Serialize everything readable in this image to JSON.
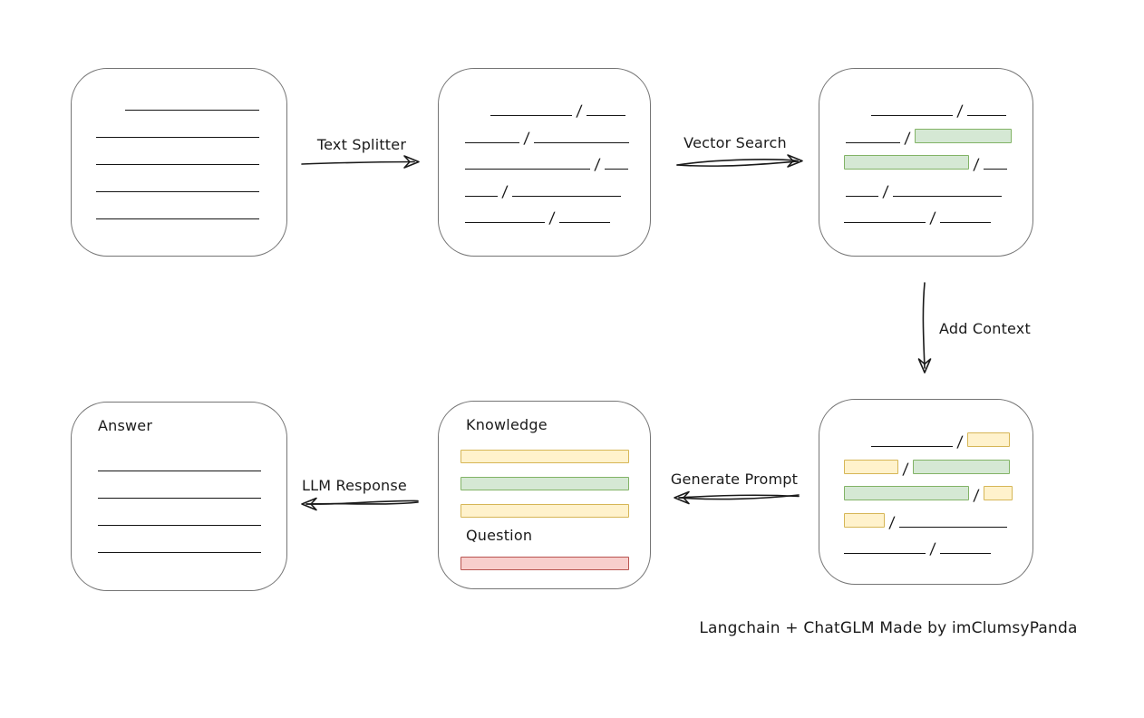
{
  "diagram": {
    "credit": "Langchain + ChatGLM Made by imClumsyPanda",
    "slash": "/",
    "labels": {
      "text_splitter": "Text Splitter",
      "vector_search": "Vector Search",
      "add_context": "Add Context",
      "generate_prompt": "Generate Prompt",
      "llm_response": "LLM Response",
      "knowledge": "Knowledge",
      "question": "Question",
      "answer": "Answer"
    },
    "colors": {
      "green_fill": "#d5e8d4",
      "green_border": "#82b366",
      "yellow_fill": "#fff2cc",
      "yellow_border": "#d6b656",
      "red_fill": "#f8cecc",
      "red_border": "#b85450",
      "ink": "#1a1a1a",
      "box_border": "#757575"
    },
    "boxes": {
      "document": {
        "lines": [
          {
            "indent": 59,
            "w": 148
          },
          {
            "indent": 27,
            "w": 180
          },
          {
            "indent": 27,
            "w": 180
          },
          {
            "indent": 27,
            "w": 180
          },
          {
            "indent": 27,
            "w": 180
          }
        ]
      },
      "chunks": {
        "rows": [
          {
            "indent": 57,
            "segments": [
              {
                "type": "line",
                "w": 90
              },
              {
                "type": "line",
                "w": 43
              }
            ]
          },
          {
            "indent": 29,
            "segments": [
              {
                "type": "line",
                "w": 60
              },
              {
                "type": "line",
                "w": 105
              }
            ]
          },
          {
            "indent": 29,
            "segments": [
              {
                "type": "line",
                "w": 138
              },
              {
                "type": "line",
                "w": 26
              }
            ]
          },
          {
            "indent": 29,
            "segments": [
              {
                "type": "line",
                "w": 36
              },
              {
                "type": "line",
                "w": 120
              }
            ]
          },
          {
            "indent": 29,
            "segments": [
              {
                "type": "line",
                "w": 88
              },
              {
                "type": "line",
                "w": 56
              }
            ]
          }
        ]
      },
      "matched_chunks": {
        "rows": [
          {
            "indent": 57,
            "segments": [
              {
                "type": "line",
                "w": 90
              },
              {
                "type": "line",
                "w": 43
              }
            ]
          },
          {
            "indent": 29,
            "segments": [
              {
                "type": "line",
                "w": 60
              },
              {
                "type": "green",
                "w": 107
              }
            ]
          },
          {
            "indent": 27,
            "segments": [
              {
                "type": "green",
                "w": 138
              },
              {
                "type": "line",
                "w": 26
              }
            ]
          },
          {
            "indent": 29,
            "segments": [
              {
                "type": "line",
                "w": 36
              },
              {
                "type": "line",
                "w": 120
              }
            ]
          },
          {
            "indent": 27,
            "segments": [
              {
                "type": "line",
                "w": 90
              },
              {
                "type": "line",
                "w": 56
              }
            ]
          }
        ]
      },
      "context_chunks": {
        "rows": [
          {
            "indent": 57,
            "segments": [
              {
                "type": "line",
                "w": 90
              },
              {
                "type": "yellow",
                "w": 47
              }
            ]
          },
          {
            "indent": 27,
            "segments": [
              {
                "type": "yellow",
                "w": 60
              },
              {
                "type": "green",
                "w": 107
              }
            ]
          },
          {
            "indent": 27,
            "segments": [
              {
                "type": "green",
                "w": 138
              },
              {
                "type": "yellow",
                "w": 32
              }
            ]
          },
          {
            "indent": 27,
            "segments": [
              {
                "type": "yellow",
                "w": 45
              },
              {
                "type": "line",
                "w": 119
              }
            ]
          },
          {
            "indent": 27,
            "segments": [
              {
                "type": "line",
                "w": 90
              },
              {
                "type": "line",
                "w": 56
              }
            ]
          }
        ]
      },
      "prompt": {
        "knowledge_bars": [
          "yellow",
          "green",
          "yellow"
        ],
        "question_bar": "red"
      },
      "answer": {
        "lines": [
          {
            "indent": 29,
            "w": 180
          },
          {
            "indent": 29,
            "w": 180
          },
          {
            "indent": 29,
            "w": 180
          },
          {
            "indent": 29,
            "w": 180
          }
        ]
      }
    }
  }
}
